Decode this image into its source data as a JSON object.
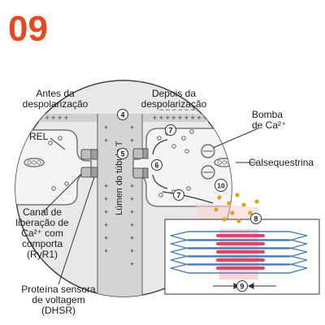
{
  "badge": "09",
  "labels": {
    "before": [
      "Antes da",
      "despolarização"
    ],
    "after": [
      "Depois da",
      "despolarização"
    ],
    "rel": "REL",
    "lumen": "Lúmen do túbulo T",
    "pump": [
      "Bomba",
      "de Ca²⁺"
    ],
    "calsequestrin": "Calsequestrina",
    "release_channel": [
      "Canal de",
      "liberação de",
      "Ca²⁺ com",
      "comporta",
      "(RyR1)"
    ],
    "voltage_sensor": [
      "Proteína sensora",
      "de voltagem",
      "(DHSR)"
    ]
  },
  "steps": [
    "4",
    "5",
    "6",
    "7",
    "7",
    "8",
    "9",
    "10"
  ],
  "colors": {
    "badge": "#e8481e",
    "circle_bg": "#e6e6e6",
    "tubule": "#cfcfcf",
    "calcium": "#e2a21e",
    "myosin": "#d9486b",
    "actin": "#4a7fb5"
  }
}
